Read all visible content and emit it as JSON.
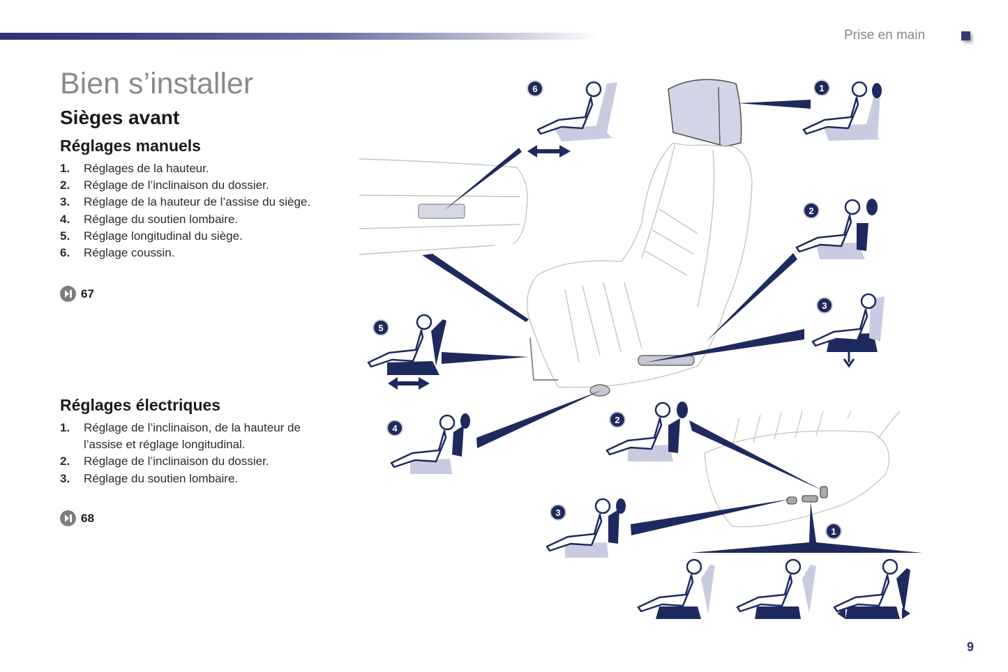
{
  "header": {
    "section_label": "Prise en main",
    "accent_color": "#2e3270"
  },
  "page": {
    "title": "Bien s’installer",
    "subtitle": "Sièges avant",
    "page_number": "9"
  },
  "manual": {
    "heading": "Réglages manuels",
    "items": [
      {
        "num": "1.",
        "text": "Réglages de la hauteur."
      },
      {
        "num": "2.",
        "text": "Réglage de l’inclinaison du dossier."
      },
      {
        "num": "3.",
        "text": "Réglage de la hauteur de l’assise du siège."
      },
      {
        "num": "4.",
        "text": "Réglage du soutien lombaire."
      },
      {
        "num": "5.",
        "text": "Réglage longitudinal du siège."
      },
      {
        "num": "6.",
        "text": "Réglage coussin."
      }
    ],
    "reference": {
      "icon": "page-reference-icon",
      "page": "67"
    }
  },
  "electric": {
    "heading": "Réglages électriques",
    "items": [
      {
        "num": "1.",
        "text": "Réglage de l’inclinaison, de la hauteur de l’assise et réglage longitudinal."
      },
      {
        "num": "2.",
        "text": "Réglage de l’inclinaison du dossier."
      },
      {
        "num": "3.",
        "text": "Réglage du soutien lombaire."
      }
    ],
    "reference": {
      "icon": "page-reference-icon",
      "page": "68"
    }
  },
  "illustration": {
    "manual_callouts": [
      "1",
      "2",
      "3",
      "4",
      "5",
      "6"
    ],
    "electric_callouts": [
      "1",
      "2",
      "3"
    ],
    "colors": {
      "navy": "#1e2a5e",
      "lilac": "#c9cce0",
      "line": "#c4c4c4"
    }
  }
}
